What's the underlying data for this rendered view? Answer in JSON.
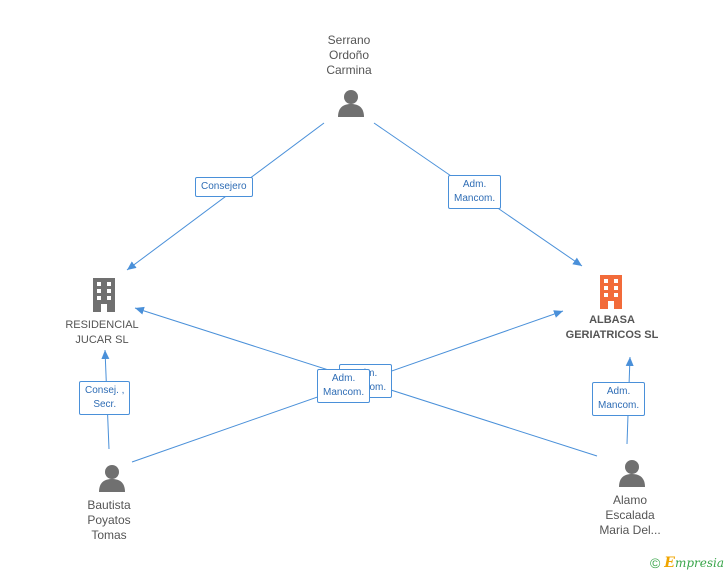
{
  "nodes": {
    "serrano": {
      "name": "Serrano\nOrdoño\nCarmina"
    },
    "residencial": {
      "name": "RESIDENCIAL\nJUCAR SL"
    },
    "albasa": {
      "name": "ALBASA\nGERIATRICOS SL"
    },
    "bautista": {
      "name": "Bautista\nPoyatos\nTomas"
    },
    "alamo": {
      "name": "Alamo\nEscalada\nMaria Del..."
    }
  },
  "edges": {
    "serrano_residencial": "Consejero",
    "serrano_albasa": "Adm.\nMancom.",
    "bautista_residencial": "Consej. ,\nSecr.",
    "alamo_albasa": "Adm.\nMancom.",
    "alamo_residencial": "Adm.\nMancom.",
    "bautista_albasa": "Adm.\nMancom."
  },
  "colors": {
    "edge": "#4a90d9",
    "person_icon": "#707070",
    "company_icon": "#707070",
    "highlight_company_icon": "#f26b3a"
  },
  "footer": {
    "copyright_symbol": "©",
    "brand_initial": "E",
    "brand_rest": "mpresia"
  }
}
